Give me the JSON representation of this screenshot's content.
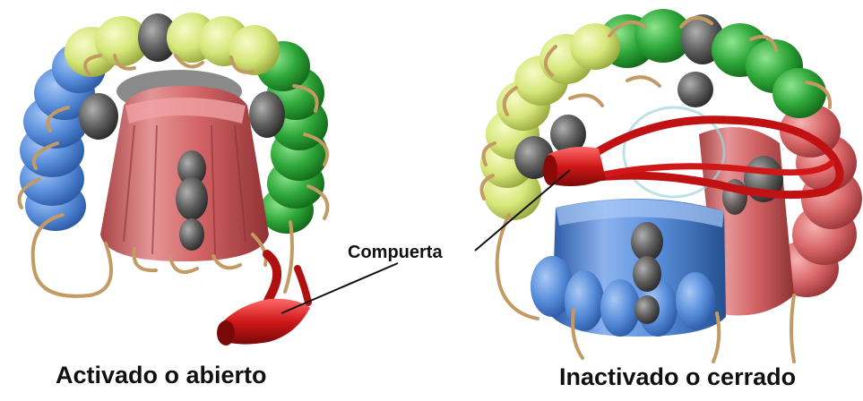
{
  "labels": {
    "gate": "Compuerta",
    "open_state": "Activado o abierto",
    "closed_state": "Inactivado o cerrado"
  },
  "colors": {
    "domain_blue": "#5a8fdc",
    "domain_yellow_green": "#d6e77a",
    "domain_green": "#2fa83a",
    "domain_red": "#d9686a",
    "core_gray": "#5e5e5e",
    "loop_tan": "#c49a64",
    "gate_red": "#d01818"
  }
}
